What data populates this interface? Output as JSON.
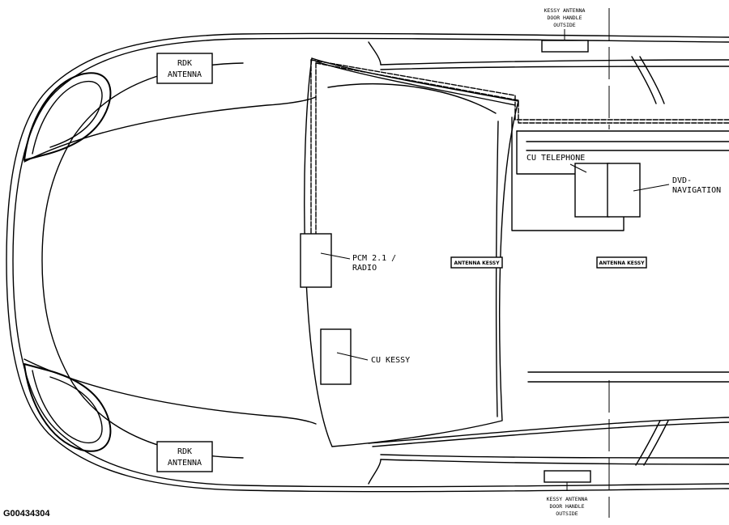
{
  "figure_id": "G00434304",
  "labels": {
    "rdk_top": [
      "RDK",
      "ANTENNA"
    ],
    "rdk_bottom": [
      "RDK",
      "ANTENNA"
    ],
    "kessy_top": [
      "KESSY ANTENNA",
      "DOOR HANDLE",
      "OUTSIDE"
    ],
    "kessy_bottom": [
      "KESSY ANTENNA",
      "DOOR HANDLE",
      "OUTSIDE"
    ],
    "cu_telephone": "CU TELEPHONE",
    "dvd_navigation": [
      "DVD-",
      "NAVIGATION"
    ],
    "pcm_radio": [
      "PCM 2.1 /",
      "RADIO"
    ],
    "antenna_kessy_1": "ANTENNA KESSY",
    "antenna_kessy_2": "ANTENNA KESSY",
    "cu_kessy": "CU KESSY"
  }
}
